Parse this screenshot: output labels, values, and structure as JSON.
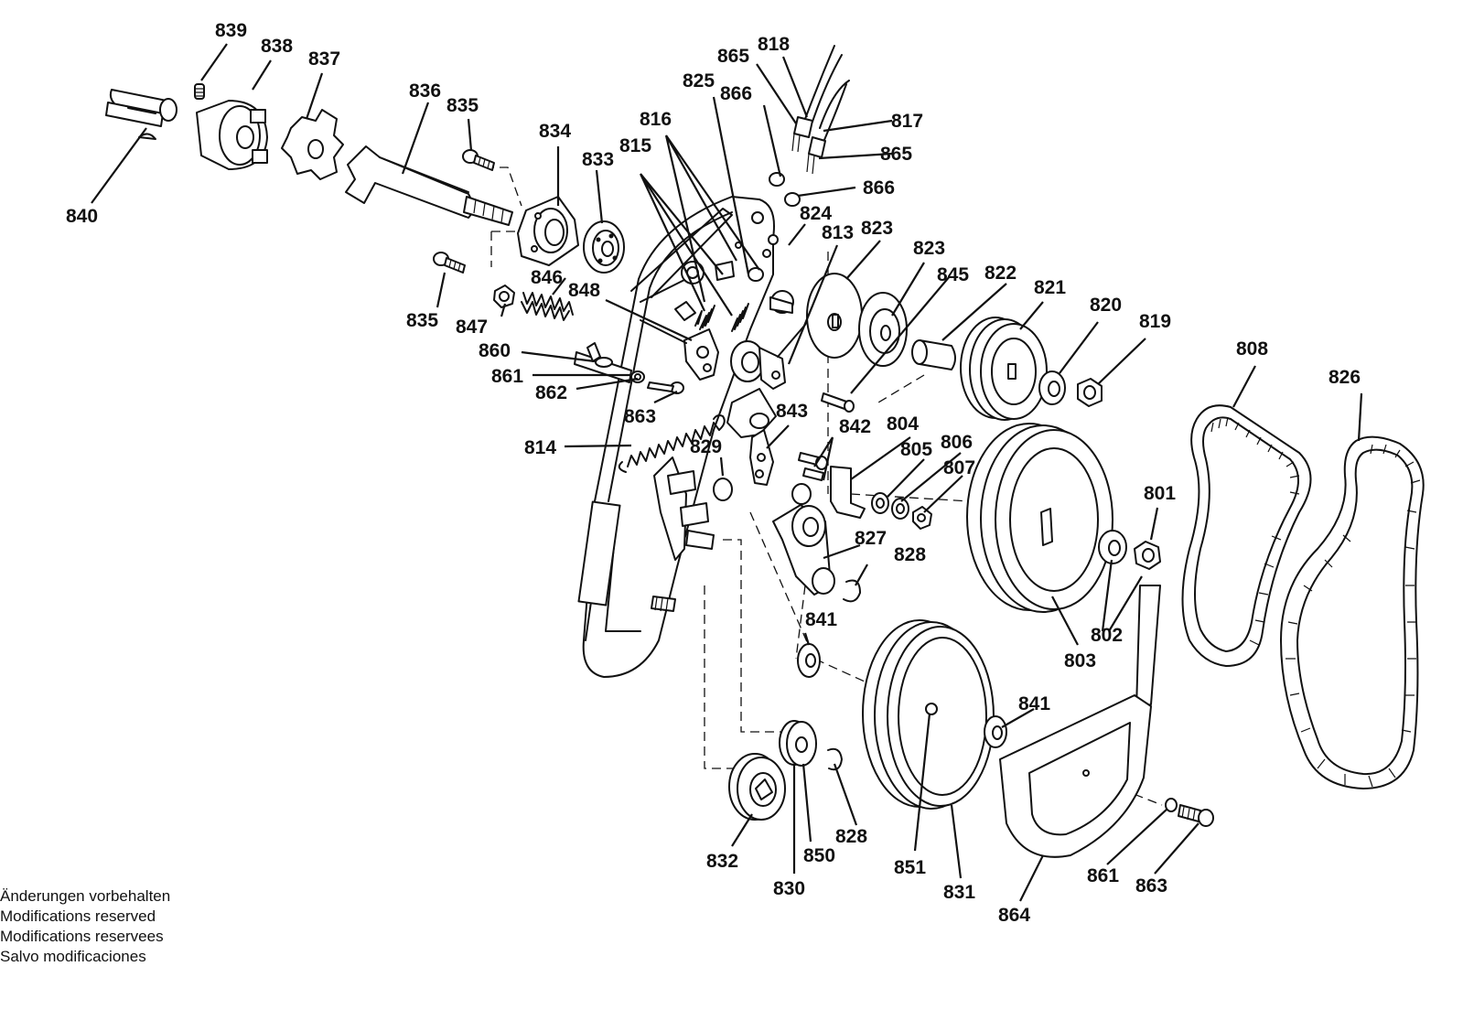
{
  "labels": {
    "l801": "801",
    "l802": "802",
    "l803": "803",
    "l804": "804",
    "l805": "805",
    "l806": "806",
    "l807": "807",
    "l808": "808",
    "l813": "813",
    "l814": "814",
    "l815": "815",
    "l816": "816",
    "l817": "817",
    "l818": "818",
    "l819": "819",
    "l820": "820",
    "l821": "821",
    "l822": "822",
    "l823a": "823",
    "l823b": "823",
    "l824": "824",
    "l825": "825",
    "l826": "826",
    "l827": "827",
    "l828a": "828",
    "l828b": "828",
    "l829": "829",
    "l830": "830",
    "l831": "831",
    "l832": "832",
    "l833": "833",
    "l834": "834",
    "l835a": "835",
    "l835b": "835",
    "l836": "836",
    "l837": "837",
    "l838": "838",
    "l839": "839",
    "l840": "840",
    "l841a": "841",
    "l841b": "841",
    "l842": "842",
    "l843": "843",
    "l845": "845",
    "l846": "846",
    "l847": "847",
    "l848": "848",
    "l850": "850",
    "l851": "851",
    "l860": "860",
    "l861a": "861",
    "l861b": "861",
    "l862": "862",
    "l863a": "863",
    "l863b": "863",
    "l864": "864",
    "l865a": "865",
    "l865b": "865",
    "l866a": "866",
    "l866b": "866"
  },
  "notes": {
    "de": "Änderungen vorbehalten",
    "en": "Modifications reserved",
    "fr": "Modifications reservees",
    "es": "Salvo modificaciones"
  }
}
